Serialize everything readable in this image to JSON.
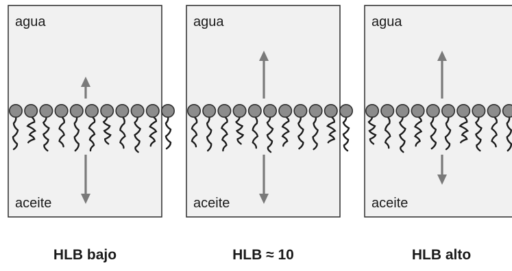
{
  "panels": [
    {
      "top_label": "agua",
      "bottom_label": "aceite",
      "caption": "HLB bajo",
      "up_arrow": "short",
      "down_arrow": "long"
    },
    {
      "top_label": "agua",
      "bottom_label": "aceite",
      "caption": "HLB ≈ 10",
      "up_arrow": "long",
      "down_arrow": "long"
    },
    {
      "top_label": "agua",
      "bottom_label": "aceite",
      "caption": "HLB alto",
      "up_arrow": "long",
      "down_arrow": "short"
    }
  ],
  "colors": {
    "panel_fill": "#f1f1f1",
    "panel_border": "#2b2b2b",
    "head_fill": "#8c8c8c",
    "head_stroke": "#2e2e2e",
    "tail_stroke": "#1a1a1a",
    "arrow": "#7a7a7a",
    "text": "#1a1a1a"
  },
  "icons": {
    "molecule_head": "circle",
    "molecule_tail": "wavy-line",
    "arrow": "double-arrow"
  }
}
